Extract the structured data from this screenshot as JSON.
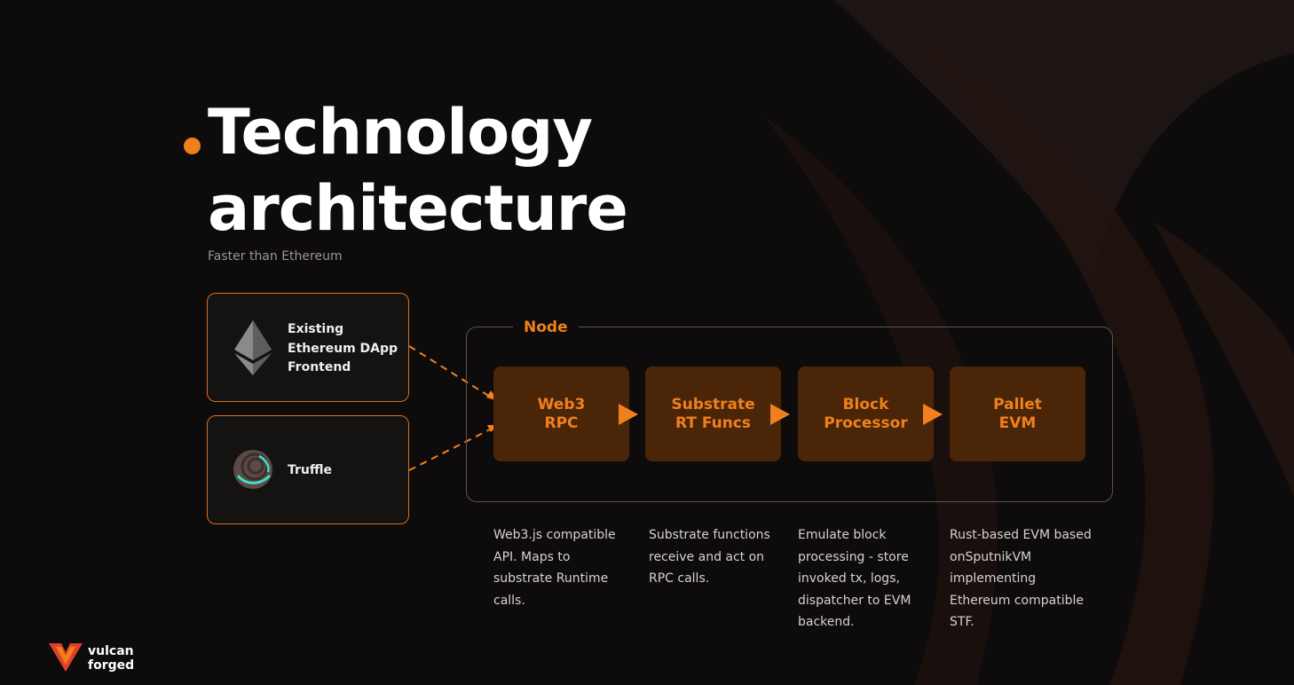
{
  "title": "Technology architecture",
  "subtitle": "Faster than Ethereum",
  "colors": {
    "accent": "#f0801e",
    "background": "#0d0b0b",
    "stage_fill": "#4a2507"
  },
  "clients": [
    {
      "label": "Existing\nEthereum DApp\nFrontend",
      "icon": "ethereum-icon"
    },
    {
      "label": "Truffle",
      "icon": "truffle-icon"
    }
  ],
  "node": {
    "label": "Node",
    "stages": [
      {
        "label": "Web3\nRPC",
        "description": "Web3.js compatible API. Maps to substrate Runtime calls."
      },
      {
        "label": "Substrate\nRT Funcs",
        "description": "Substrate functions receive and act on RPC calls."
      },
      {
        "label": "Block\nProcessor",
        "description": "Emulate block processing - store invoked tx, logs, dispatcher to EVM backend."
      },
      {
        "label": "Pallet\nEVM",
        "description": "Rust-based EVM based onSputnikVM implementing Ethereum compatible STF."
      }
    ]
  },
  "brand": {
    "name": "vulcan\nforged",
    "icon": "vulcan-forged-logo-icon"
  }
}
